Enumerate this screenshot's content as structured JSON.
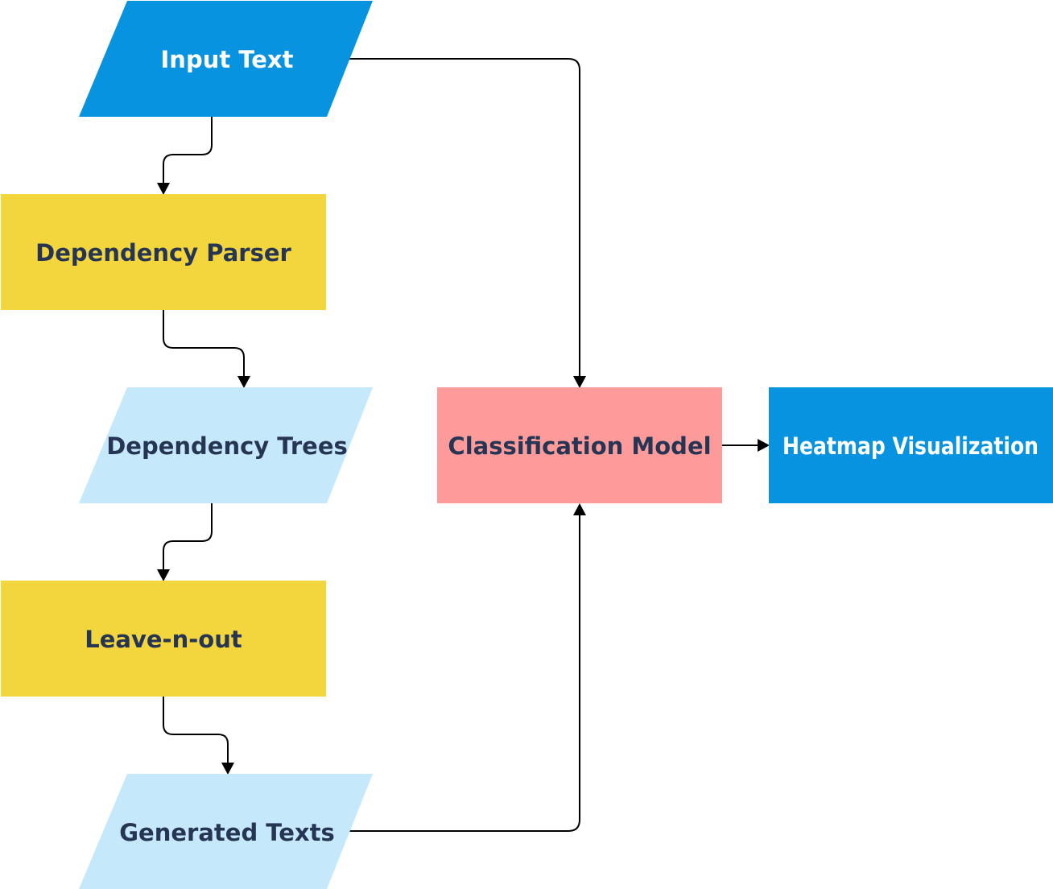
{
  "colors": {
    "io_primary": "#0893e1",
    "io_secondary": "#c6e8fb",
    "process": "#f3d53d",
    "model": "#fd9a9a",
    "text_dark": "#253553",
    "text_light": "#ffffff",
    "edge": "#000000"
  },
  "nodes": {
    "input_text": {
      "label": "Input Text",
      "shape": "parallelogram"
    },
    "dependency_parser": {
      "label": "Dependency Parser",
      "shape": "rectangle"
    },
    "dependency_trees": {
      "label": "Dependency Trees",
      "shape": "parallelogram"
    },
    "leave_n_out": {
      "label": "Leave-n-out",
      "shape": "rectangle"
    },
    "generated_texts": {
      "label": "Generated Texts",
      "shape": "parallelogram"
    },
    "classification_model": {
      "label": "Classification Model",
      "shape": "rectangle"
    },
    "heatmap_visualization": {
      "label": "Heatmap Visualization",
      "shape": "rectangle"
    }
  },
  "edges": [
    {
      "from": "input_text",
      "to": "dependency_parser"
    },
    {
      "from": "dependency_parser",
      "to": "dependency_trees"
    },
    {
      "from": "dependency_trees",
      "to": "leave_n_out"
    },
    {
      "from": "leave_n_out",
      "to": "generated_texts"
    },
    {
      "from": "input_text",
      "to": "classification_model"
    },
    {
      "from": "generated_texts",
      "to": "classification_model"
    },
    {
      "from": "classification_model",
      "to": "heatmap_visualization"
    }
  ]
}
